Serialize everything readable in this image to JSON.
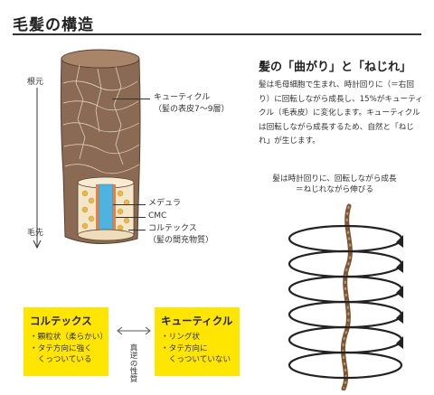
{
  "header": {
    "title": "毛髪の構造"
  },
  "axis": {
    "top_label": "根元",
    "bottom_label": "毛先"
  },
  "hair_labels": {
    "cuticle": [
      "キューティクル",
      "（髪の表皮7〜9層）"
    ],
    "medulla": "メデュラ",
    "cmc": "CMC",
    "cortex": [
      "コルテックス",
      "（髪の間充物質）"
    ]
  },
  "section": {
    "heading": "髪の「曲がり」と「ねじれ」",
    "body_lines": [
      "髪は毛母細胞で生まれ、時計回りに（＝右回",
      "り）に回転しながら成長し、15%がキューティ",
      "クル（毛表皮）に変化します。キューティクル",
      "は回転しながら成長するため、自然と「ねじ",
      "れ」が生じます。"
    ]
  },
  "spiral": {
    "caption_lines": [
      "髪は時計回りに、回転しながら成長",
      "＝ねじれながら伸びる"
    ]
  },
  "cortex_box": {
    "title": "コルテックス",
    "items": [
      "・顆粒状（柔らかい）",
      "・タテ方向に強く",
      "　くっついている"
    ]
  },
  "cuticle_box": {
    "title": "キューティクル",
    "items": [
      "・リング状",
      "・タテ方向に",
      "　くっついていない"
    ]
  },
  "relation_note": "真逆の性質",
  "colors": {
    "accent_yellow": "#ffe600",
    "hair_brown": "#8a6a52",
    "cmc_orange": "#ef7a3a",
    "medulla_blue": "#4fb3df"
  }
}
